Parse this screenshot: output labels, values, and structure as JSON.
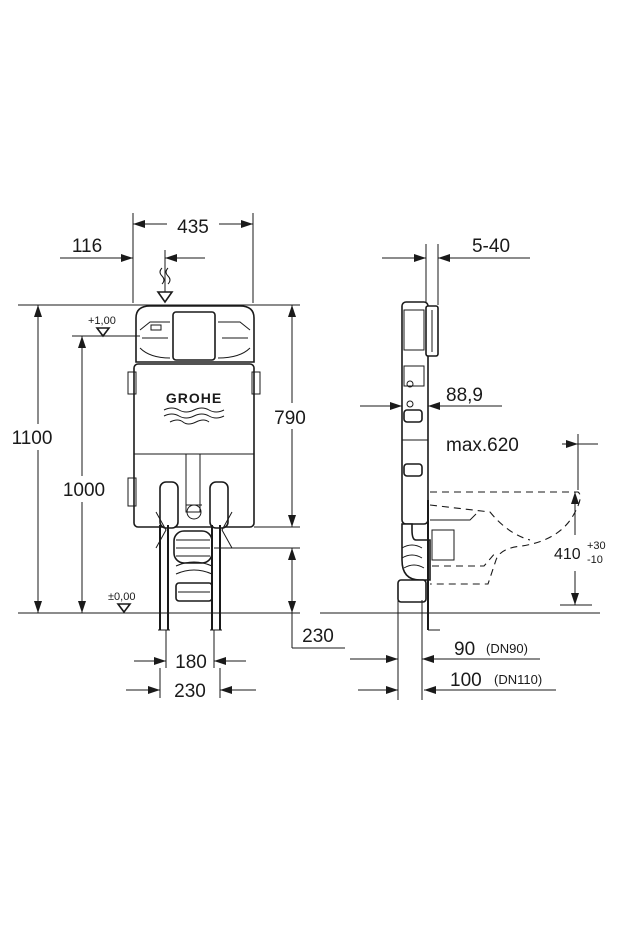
{
  "brand": "GROHE",
  "front_view": {
    "width_total": "435",
    "offset_left": "116",
    "height_total": "1100",
    "height_to_top": "1000",
    "height_frame": "790",
    "level_top": "+1,00",
    "level_zero": "±0,00",
    "foot_height": "230",
    "foot_inner": "180",
    "foot_outer": "230"
  },
  "side_view": {
    "panel_depth": "5-40",
    "pipe_diameter": "88,9",
    "bowl_max": "max.620",
    "bowl_height": "410",
    "bowl_tol_plus": "+30",
    "bowl_tol_minus": "-10",
    "drain_90": "90",
    "drain_90_label": "(DN90)",
    "drain_100": "100",
    "drain_100_label": "(DN110)"
  }
}
